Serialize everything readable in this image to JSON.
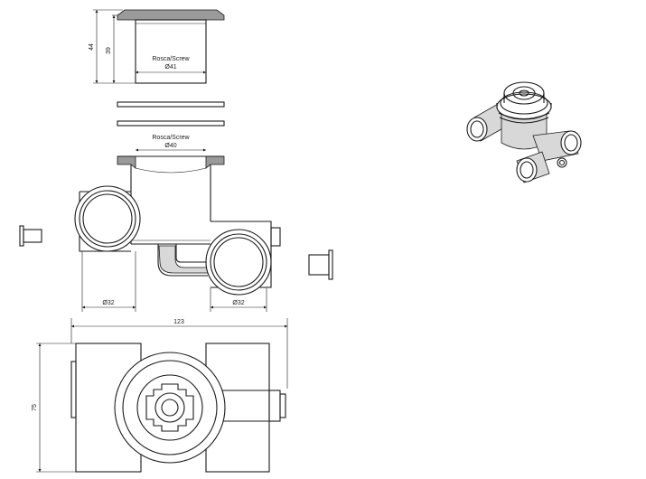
{
  "dimensions": {
    "height_total": "44",
    "height_inner": "39",
    "screw_label_top": "Rosca/Screw",
    "diameter_top": "Ø41",
    "screw_label_mid": "Rosca/Screw",
    "diameter_mid": "Ø40",
    "diameter_left": "Ø32",
    "diameter_right": "Ø32",
    "width_total": "123",
    "height_plan": "75"
  }
}
